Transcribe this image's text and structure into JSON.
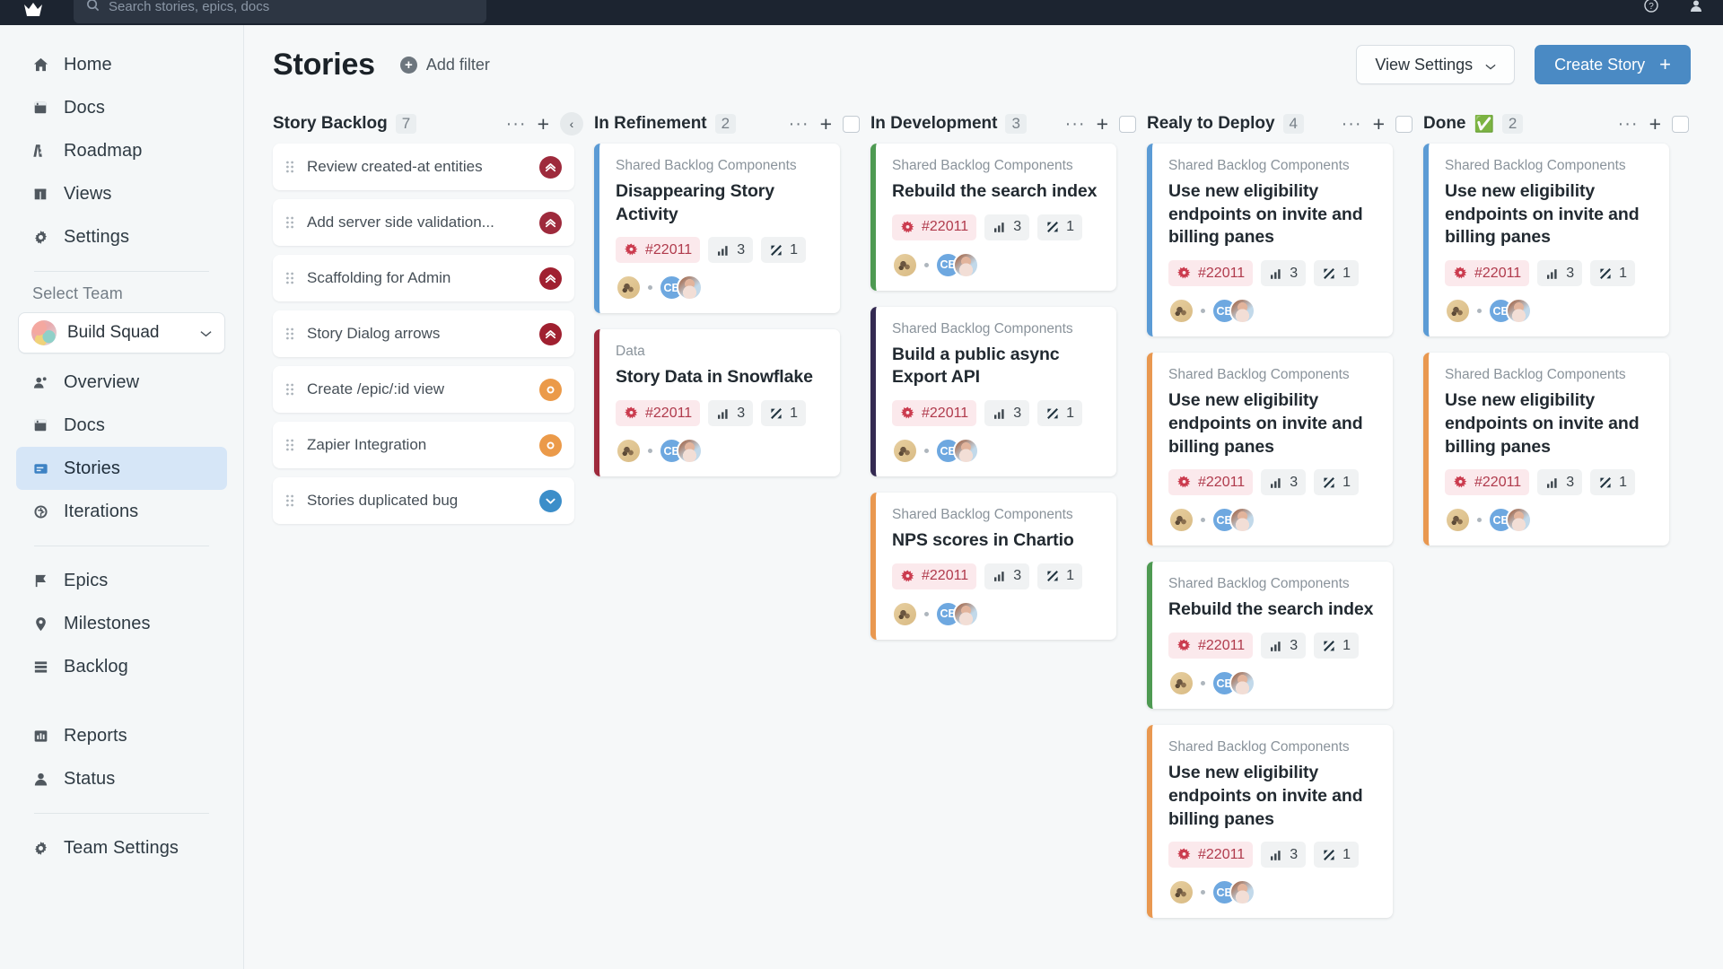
{
  "topbar": {
    "search_placeholder": "Search stories, epics, docs",
    "logo_icon": "app-logo-icon",
    "icons": [
      "help-icon",
      "avatar-icon"
    ]
  },
  "sidebar": {
    "primary_items": [
      {
        "label": "Home",
        "icon": "home-icon"
      },
      {
        "label": "Docs",
        "icon": "book-icon"
      },
      {
        "label": "Roadmap",
        "icon": "road-icon"
      },
      {
        "label": "Views",
        "icon": "columns-icon"
      },
      {
        "label": "Settings",
        "icon": "gear-icon"
      }
    ],
    "select_team_label": "Select Team",
    "team": {
      "name": "Build Squad",
      "caret": "⌄"
    },
    "team_items_a": [
      {
        "label": "Overview",
        "icon": "people-icon",
        "active": false
      },
      {
        "label": "Docs",
        "icon": "book-icon",
        "active": false
      },
      {
        "label": "Stories",
        "icon": "story-icon",
        "active": true
      },
      {
        "label": "Iterations",
        "icon": "refresh-icon",
        "active": false
      }
    ],
    "team_items_b": [
      {
        "label": "Epics",
        "icon": "flag-icon"
      },
      {
        "label": "Milestones",
        "icon": "pin-icon"
      },
      {
        "label": "Backlog",
        "icon": "stack-icon"
      }
    ],
    "team_items_c": [
      {
        "label": "Reports",
        "icon": "chart-icon"
      },
      {
        "label": "Status",
        "icon": "person-icon"
      }
    ],
    "team_items_d": [
      {
        "label": "Team Settings",
        "icon": "gear-icon"
      }
    ]
  },
  "header": {
    "title": "Stories",
    "add_filter_label": "Add filter",
    "add_filter_icon": "plus-circle-icon",
    "view_settings_label": "View Settings",
    "view_settings_caret": "⌄",
    "create_story_label": "Create Story",
    "create_story_plus": "+",
    "primary_color": "#4a8ac4"
  },
  "board": {
    "column_tools": {
      "dots": "···",
      "plus": "+",
      "collapse": "‹"
    },
    "columns": [
      {
        "title": "Story Backlog",
        "count": "7",
        "type": "backlog",
        "has_collapse": true,
        "rows": [
          {
            "name": "Review created-at entities",
            "priority": "highest",
            "priority_icon": "chevron-double-up-icon",
            "grip_icon": "drag-handle-icon"
          },
          {
            "name": "Add server side validation...",
            "priority": "highest",
            "priority_icon": "chevron-double-up-icon",
            "grip_icon": "drag-handle-icon"
          },
          {
            "name": "Scaffolding for Admin",
            "priority": "high",
            "priority_icon": "chevron-double-up-icon",
            "grip_icon": "drag-handle-icon"
          },
          {
            "name": "Story Dialog arrows",
            "priority": "high",
            "priority_icon": "chevron-double-up-icon",
            "grip_icon": "drag-handle-icon"
          },
          {
            "name": "Create /epic/:id view",
            "priority": "medium",
            "priority_icon": "circle-dot-icon",
            "grip_icon": "drag-handle-icon"
          },
          {
            "name": "Zapier Integration",
            "priority": "medium",
            "priority_icon": "circle-dot-icon",
            "grip_icon": "drag-handle-icon"
          },
          {
            "name": "Stories duplicated bug",
            "priority": "low",
            "priority_icon": "chevron-down-icon",
            "grip_icon": "drag-handle-icon"
          }
        ]
      },
      {
        "title": "In Refinement",
        "count": "2",
        "type": "cards",
        "cards": [
          {
            "project": "Shared Backlog Components",
            "title": "Disappearing Story Activity",
            "accent": "#5b9bd5",
            "chips": [
              {
                "kind": "bug",
                "icon": "bug-icon",
                "label": "#22011"
              },
              {
                "kind": "plain",
                "icon": "bar-chart-icon",
                "label": "3"
              },
              {
                "kind": "plain",
                "icon": "branch-icon",
                "label": "1"
              }
            ],
            "avatars": [
              "a1",
              "CB",
              "a3"
            ]
          },
          {
            "project": "Data",
            "title": "Story Data in Snowflake",
            "accent": "#9e2a3c",
            "chips": [
              {
                "kind": "bug",
                "icon": "bug-icon",
                "label": "#22011"
              },
              {
                "kind": "plain",
                "icon": "bar-chart-icon",
                "label": "3"
              },
              {
                "kind": "plain",
                "icon": "branch-icon",
                "label": "1"
              }
            ],
            "avatars": [
              "a1",
              "CB",
              "a3"
            ]
          }
        ]
      },
      {
        "title": "In Development",
        "count": "3",
        "type": "cards",
        "cards": [
          {
            "project": "Shared Backlog Components",
            "title": "Rebuild the search index",
            "accent": "#4e9a52",
            "chips": [
              {
                "kind": "bug",
                "icon": "bug-icon",
                "label": "#22011"
              },
              {
                "kind": "plain",
                "icon": "bar-chart-icon",
                "label": "3"
              },
              {
                "kind": "plain",
                "icon": "branch-icon",
                "label": "1"
              }
            ],
            "avatars": [
              "a1",
              "CB",
              "a3"
            ]
          },
          {
            "project": "Shared Backlog Components",
            "title": "Build a public async Export API",
            "accent": "#342a52",
            "chips": [
              {
                "kind": "bug",
                "icon": "bug-icon",
                "label": "#22011"
              },
              {
                "kind": "plain",
                "icon": "bar-chart-icon",
                "label": "3"
              },
              {
                "kind": "plain",
                "icon": "branch-icon",
                "label": "1"
              }
            ],
            "avatars": [
              "a1",
              "CB",
              "a3"
            ]
          },
          {
            "project": "Shared Backlog Components",
            "title": "NPS scores in Chartio",
            "accent": "#e99850",
            "chips": [
              {
                "kind": "bug",
                "icon": "bug-icon",
                "label": "#22011"
              },
              {
                "kind": "plain",
                "icon": "bar-chart-icon",
                "label": "3"
              },
              {
                "kind": "plain",
                "icon": "branch-icon",
                "label": "1"
              }
            ],
            "avatars": [
              "a1",
              "CB",
              "a3"
            ]
          }
        ]
      },
      {
        "title": "Realy to Deploy",
        "count": "4",
        "type": "cards",
        "cards": [
          {
            "project": "Shared Backlog Components",
            "title": "Use new eligibility endpoints on invite and billing panes",
            "accent": "#5b9bd5",
            "chips": [
              {
                "kind": "bug",
                "icon": "bug-icon",
                "label": "#22011"
              },
              {
                "kind": "plain",
                "icon": "bar-chart-icon",
                "label": "3"
              },
              {
                "kind": "plain",
                "icon": "branch-icon",
                "label": "1"
              }
            ],
            "avatars": [
              "a1",
              "CB",
              "a3"
            ]
          },
          {
            "project": "Shared Backlog Components",
            "title": "Use new eligibility endpoints on invite and billing panes",
            "accent": "#e99850",
            "chips": [
              {
                "kind": "bug",
                "icon": "bug-icon",
                "label": "#22011"
              },
              {
                "kind": "plain",
                "icon": "bar-chart-icon",
                "label": "3"
              },
              {
                "kind": "plain",
                "icon": "branch-icon",
                "label": "1"
              }
            ],
            "avatars": [
              "a1",
              "CB",
              "a3"
            ]
          },
          {
            "project": "Shared Backlog Components",
            "title": "Rebuild the search index",
            "accent": "#4e9a52",
            "chips": [
              {
                "kind": "bug",
                "icon": "bug-icon",
                "label": "#22011"
              },
              {
                "kind": "plain",
                "icon": "bar-chart-icon",
                "label": "3"
              },
              {
                "kind": "plain",
                "icon": "branch-icon",
                "label": "1"
              }
            ],
            "avatars": [
              "a1",
              "CB",
              "a3"
            ]
          },
          {
            "project": "Shared Backlog Components",
            "title": "Use new eligibility endpoints on invite and billing panes",
            "accent": "#e99850",
            "chips": [
              {
                "kind": "bug",
                "icon": "bug-icon",
                "label": "#22011"
              },
              {
                "kind": "plain",
                "icon": "bar-chart-icon",
                "label": "3"
              },
              {
                "kind": "plain",
                "icon": "branch-icon",
                "label": "1"
              }
            ],
            "avatars": [
              "a1",
              "CB",
              "a3"
            ]
          }
        ]
      },
      {
        "title": "Done",
        "count": "2",
        "badge": "✅",
        "type": "cards",
        "cards": [
          {
            "project": "Shared Backlog Components",
            "title": "Use new eligibility endpoints on invite and billing panes",
            "accent": "#5b9bd5",
            "chips": [
              {
                "kind": "bug",
                "icon": "bug-icon",
                "label": "#22011"
              },
              {
                "kind": "plain",
                "icon": "bar-chart-icon",
                "label": "3"
              },
              {
                "kind": "plain",
                "icon": "branch-icon",
                "label": "1"
              }
            ],
            "avatars": [
              "a1",
              "CB",
              "a3"
            ]
          },
          {
            "project": "Shared Backlog Components",
            "title": "Use new eligibility endpoints on invite and billing panes",
            "accent": "#e99850",
            "chips": [
              {
                "kind": "bug",
                "icon": "bug-icon",
                "label": "#22011"
              },
              {
                "kind": "plain",
                "icon": "bar-chart-icon",
                "label": "3"
              },
              {
                "kind": "plain",
                "icon": "branch-icon",
                "label": "1"
              }
            ],
            "avatars": [
              "a1",
              "CB",
              "a3"
            ]
          }
        ]
      }
    ]
  }
}
